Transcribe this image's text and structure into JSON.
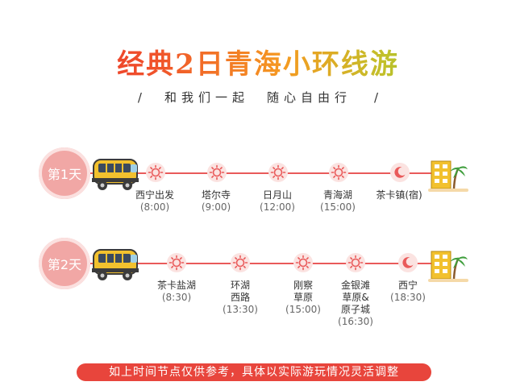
{
  "title": "经典2日青海小环线游",
  "subtitle": {
    "left_slash": "/",
    "part1": "和我们一起",
    "part2": "随心自由行",
    "right_slash": "/"
  },
  "days": [
    {
      "label": "第1天",
      "stops": [
        {
          "name": "西宁出发",
          "time": "(8:00)",
          "icon": "sun-icon"
        },
        {
          "name": "塔尔寺",
          "time": "(9:00)",
          "icon": "sun-icon"
        },
        {
          "name": "日月山",
          "time": "(12:00)",
          "icon": "sun-icon"
        },
        {
          "name": "青海湖",
          "time": "(15:00)",
          "icon": "sun-icon"
        },
        {
          "name": "茶卡镇(宿)",
          "time": "",
          "icon": "moon-icon"
        }
      ]
    },
    {
      "label": "第2天",
      "stops": [
        {
          "name": "茶卡盐湖",
          "time": "(8:30)",
          "icon": "sun-icon"
        },
        {
          "name": "环湖\n西路",
          "time": "(13:30)",
          "icon": "sun-icon"
        },
        {
          "name": "刚察\n草原",
          "time": "(15:00)",
          "icon": "sun-icon"
        },
        {
          "name": "金银滩\n草原&\n原子城",
          "time": "(16:30)",
          "icon": "sun-icon"
        },
        {
          "name": "西宁",
          "time": "(18:30)",
          "icon": "moon-icon"
        }
      ]
    }
  ],
  "footer": "如上时间节点仅供参考，具体以实际游玩情况灵活调整",
  "colors": {
    "accent": "#e95a5a",
    "badge": "#f1a7a5",
    "footer_bg": "#e8453c"
  }
}
